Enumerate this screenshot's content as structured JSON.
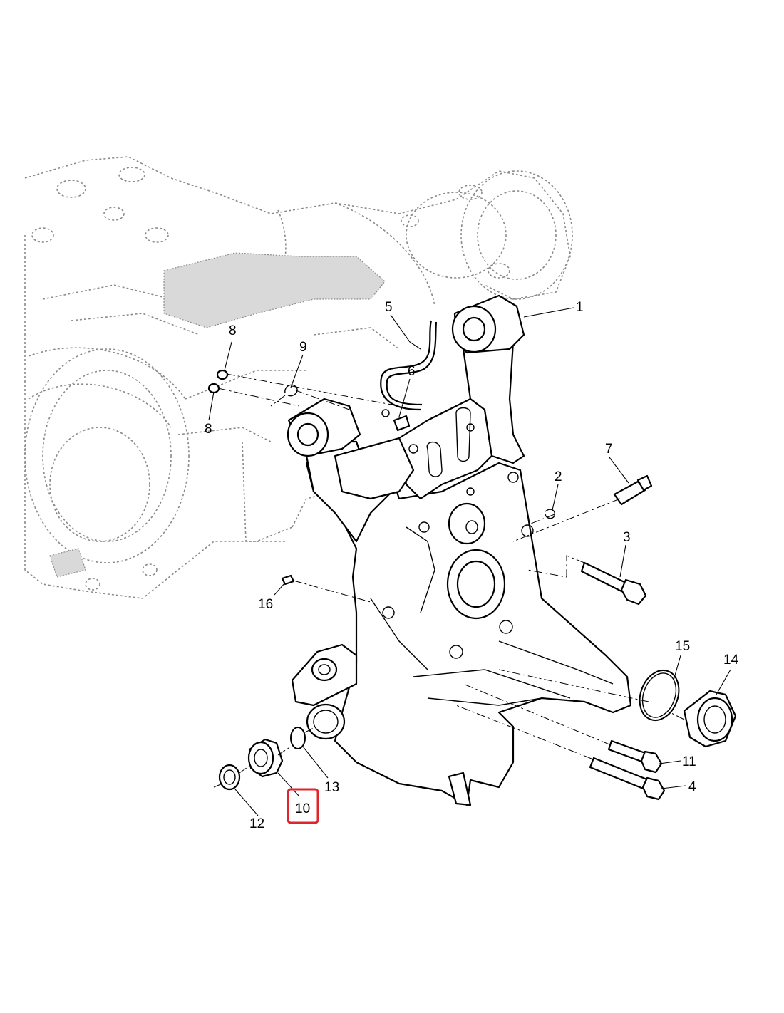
{
  "diagram": {
    "callouts": [
      "1",
      "2",
      "3",
      "4",
      "5",
      "6",
      "7",
      "8",
      "8",
      "9",
      "10",
      "11",
      "12",
      "13",
      "14",
      "15",
      "16"
    ],
    "highlighted": "10",
    "highlight_color": "#e0242c"
  }
}
